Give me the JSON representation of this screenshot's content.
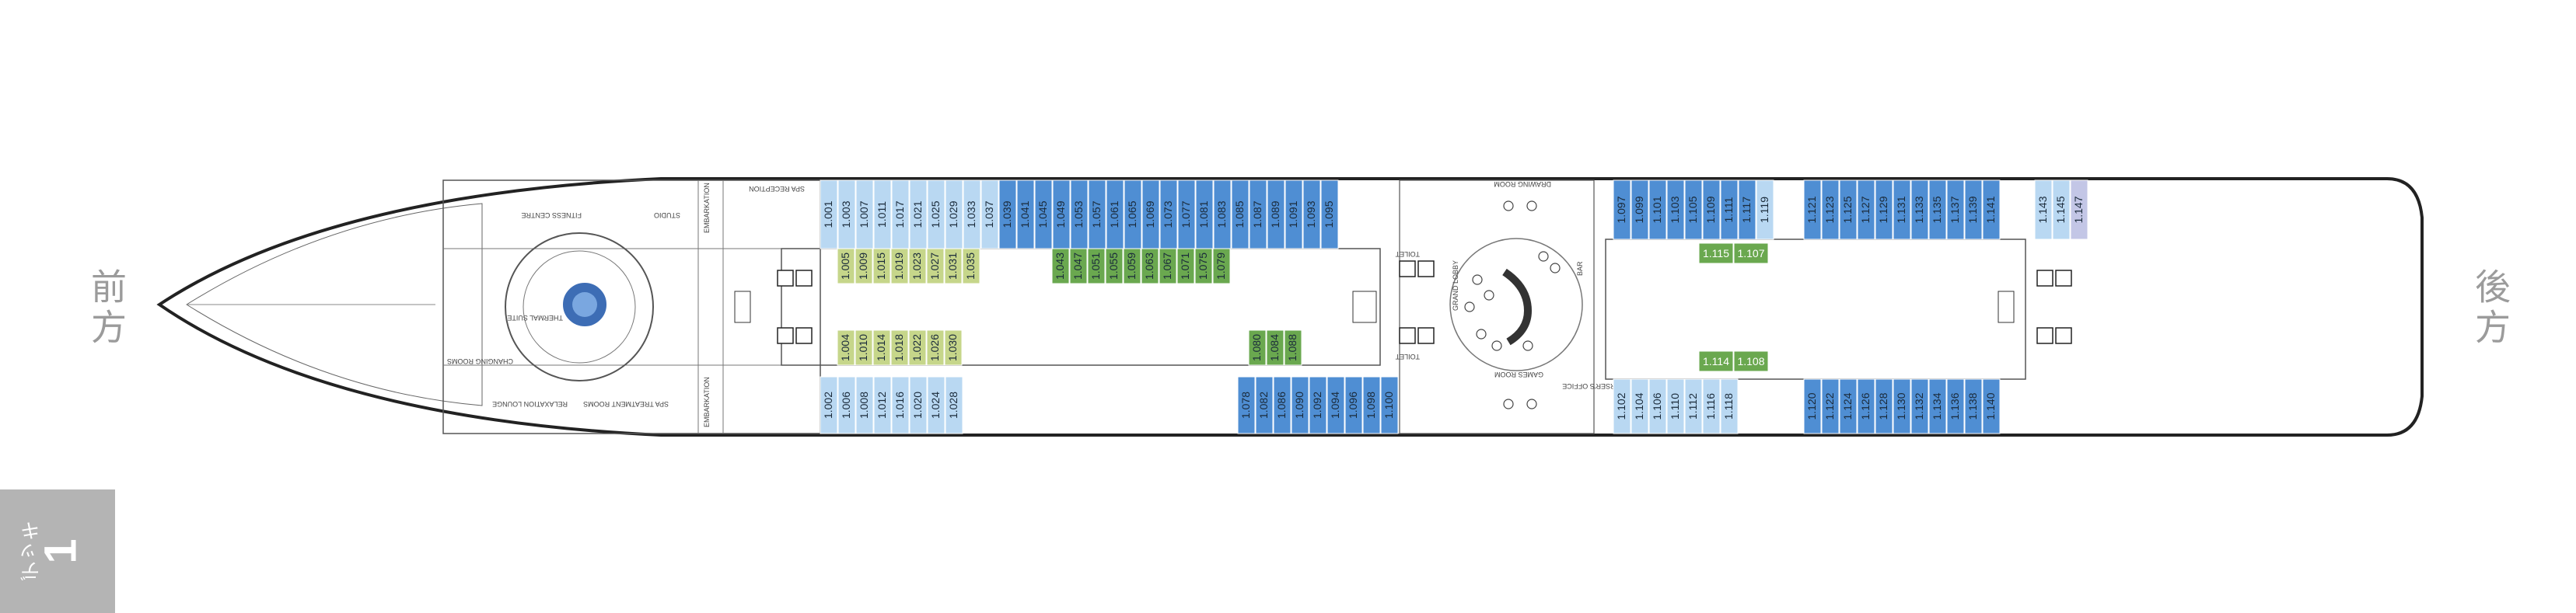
{
  "labels": {
    "forward": "前方",
    "aft": "後方",
    "deck_word": "デッキ",
    "deck_number": "1"
  },
  "areas": {
    "fitness_centre": "FITNESS CENTRE",
    "studio": "STUDIO",
    "embarkation": "EMBARKATION",
    "spa_reception": "SPA RECEPTION",
    "thermal_suite": "THERMAL SUITE",
    "changing_rooms": "CHANGING ROOMS",
    "relaxation_lounge": "RELAXATION LOUNGE",
    "spa_treatment_rooms": "SPA TREATMENT ROOMS",
    "toilet": "TOILET",
    "grand_lobby": "GRAND LOBBY",
    "drawing_room": "DRAWING ROOM",
    "games_room": "GAMES ROOM",
    "pursers_office": "PURSER'S OFFICE",
    "bar": "BAR"
  },
  "colors": {
    "light_blue": "#b9d8f2",
    "mid_blue": "#4f8ed3",
    "yellow_green": "#c6d68a",
    "green": "#6aa84f",
    "lavender": "#c3c6e6",
    "hull": "#222222"
  },
  "cabins": {
    "top_row": [
      {
        "n": "1.001",
        "c": "light_blue"
      },
      {
        "n": "1.003",
        "c": "light_blue"
      },
      {
        "n": "1.007",
        "c": "light_blue"
      },
      {
        "n": "1.011",
        "c": "light_blue"
      },
      {
        "n": "1.017",
        "c": "light_blue"
      },
      {
        "n": "1.021",
        "c": "light_blue"
      },
      {
        "n": "1.025",
        "c": "light_blue"
      },
      {
        "n": "1.029",
        "c": "light_blue"
      },
      {
        "n": "1.033",
        "c": "light_blue"
      },
      {
        "n": "1.037",
        "c": "light_blue"
      },
      {
        "n": "1.039",
        "c": "mid_blue"
      },
      {
        "n": "1.041",
        "c": "mid_blue"
      },
      {
        "n": "1.045",
        "c": "mid_blue"
      },
      {
        "n": "1.049",
        "c": "mid_blue"
      },
      {
        "n": "1.053",
        "c": "mid_blue"
      },
      {
        "n": "1.057",
        "c": "mid_blue"
      },
      {
        "n": "1.061",
        "c": "mid_blue"
      },
      {
        "n": "1.065",
        "c": "mid_blue"
      },
      {
        "n": "1.069",
        "c": "mid_blue"
      },
      {
        "n": "1.073",
        "c": "mid_blue"
      },
      {
        "n": "1.077",
        "c": "mid_blue"
      },
      {
        "n": "1.081",
        "c": "mid_blue"
      },
      {
        "n": "1.083",
        "c": "mid_blue"
      },
      {
        "n": "1.085",
        "c": "mid_blue"
      },
      {
        "n": "1.087",
        "c": "mid_blue"
      },
      {
        "n": "1.089",
        "c": "mid_blue"
      },
      {
        "n": "1.091",
        "c": "mid_blue"
      },
      {
        "n": "1.093",
        "c": "mid_blue"
      },
      {
        "n": "1.095",
        "c": "mid_blue"
      }
    ],
    "inner_top_yellow": [
      "1.005",
      "1.009",
      "1.015",
      "1.019",
      "1.023",
      "1.027",
      "1.031",
      "1.035"
    ],
    "inner_top_green": [
      "1.043",
      "1.047",
      "1.051",
      "1.055",
      "1.059",
      "1.063",
      "1.067",
      "1.071",
      "1.075",
      "1.079"
    ],
    "inner_bottom_yellow": [
      "1.004",
      "1.010",
      "1.014",
      "1.018",
      "1.022",
      "1.026",
      "1.030"
    ],
    "inner_bottom_green": [
      "1.080",
      "1.084",
      "1.088"
    ],
    "bottom_row_fwd": [
      "1.002",
      "1.006",
      "1.008",
      "1.012",
      "1.016",
      "1.020",
      "1.024",
      "1.028"
    ],
    "bottom_row_mid": [
      "1.078",
      "1.082",
      "1.086",
      "1.090",
      "1.092",
      "1.094",
      "1.096",
      "1.098",
      "1.100"
    ],
    "aft_top_mid": [
      "1.097",
      "1.099",
      "1.101",
      "1.103",
      "1.105",
      "1.109",
      "1.111",
      "1.117"
    ],
    "aft_top_light": [
      "1.119"
    ],
    "aft_top_blue": [
      "1.121",
      "1.123",
      "1.125",
      "1.127",
      "1.129",
      "1.131",
      "1.133",
      "1.135",
      "1.137",
      "1.139",
      "1.141"
    ],
    "aft_top_light2": [
      "1.143",
      "1.145"
    ],
    "aft_top_lavender": [
      "1.147"
    ],
    "aft_inner_green": [
      "1.115",
      "1.107",
      "1.114",
      "1.108"
    ],
    "aft_bottom_light": [
      "1.102",
      "1.104",
      "1.106",
      "1.110",
      "1.112",
      "1.116",
      "1.118"
    ],
    "aft_bottom_blue": [
      "1.120",
      "1.122",
      "1.124",
      "1.126",
      "1.128",
      "1.130",
      "1.132",
      "1.134",
      "1.136",
      "1.138",
      "1.140"
    ]
  }
}
